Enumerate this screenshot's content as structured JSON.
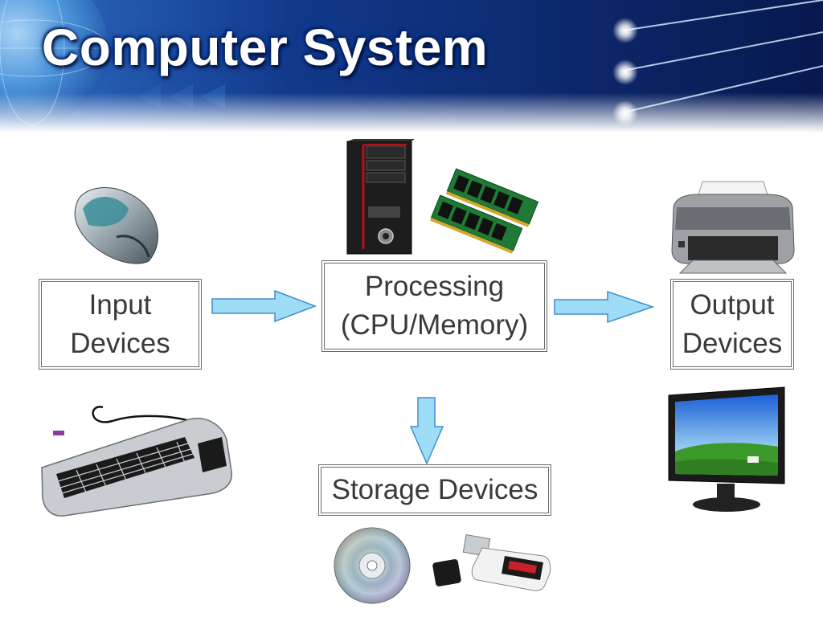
{
  "slide": {
    "title": "Computer System"
  },
  "diagram": {
    "input_label": "Input\nDevices",
    "processing_label": "Processing\n(CPU/Memory)",
    "output_label": "Output\nDevices",
    "storage_label": "Storage Devices"
  },
  "colors": {
    "header_dark": "#0a1f5c",
    "header_light": "#3a7ad0",
    "arrow_fill": "#9fdcf5",
    "arrow_stroke": "#3d8fd0",
    "box_border": "#6b6b6b",
    "box_text": "#3a3a3a"
  },
  "icons": [
    "mouse-icon",
    "keyboard-icon",
    "cpu-tower-icon",
    "memory-ram-icon",
    "printer-icon",
    "monitor-icon",
    "cd-disc-icon",
    "usb-drive-icon"
  ]
}
